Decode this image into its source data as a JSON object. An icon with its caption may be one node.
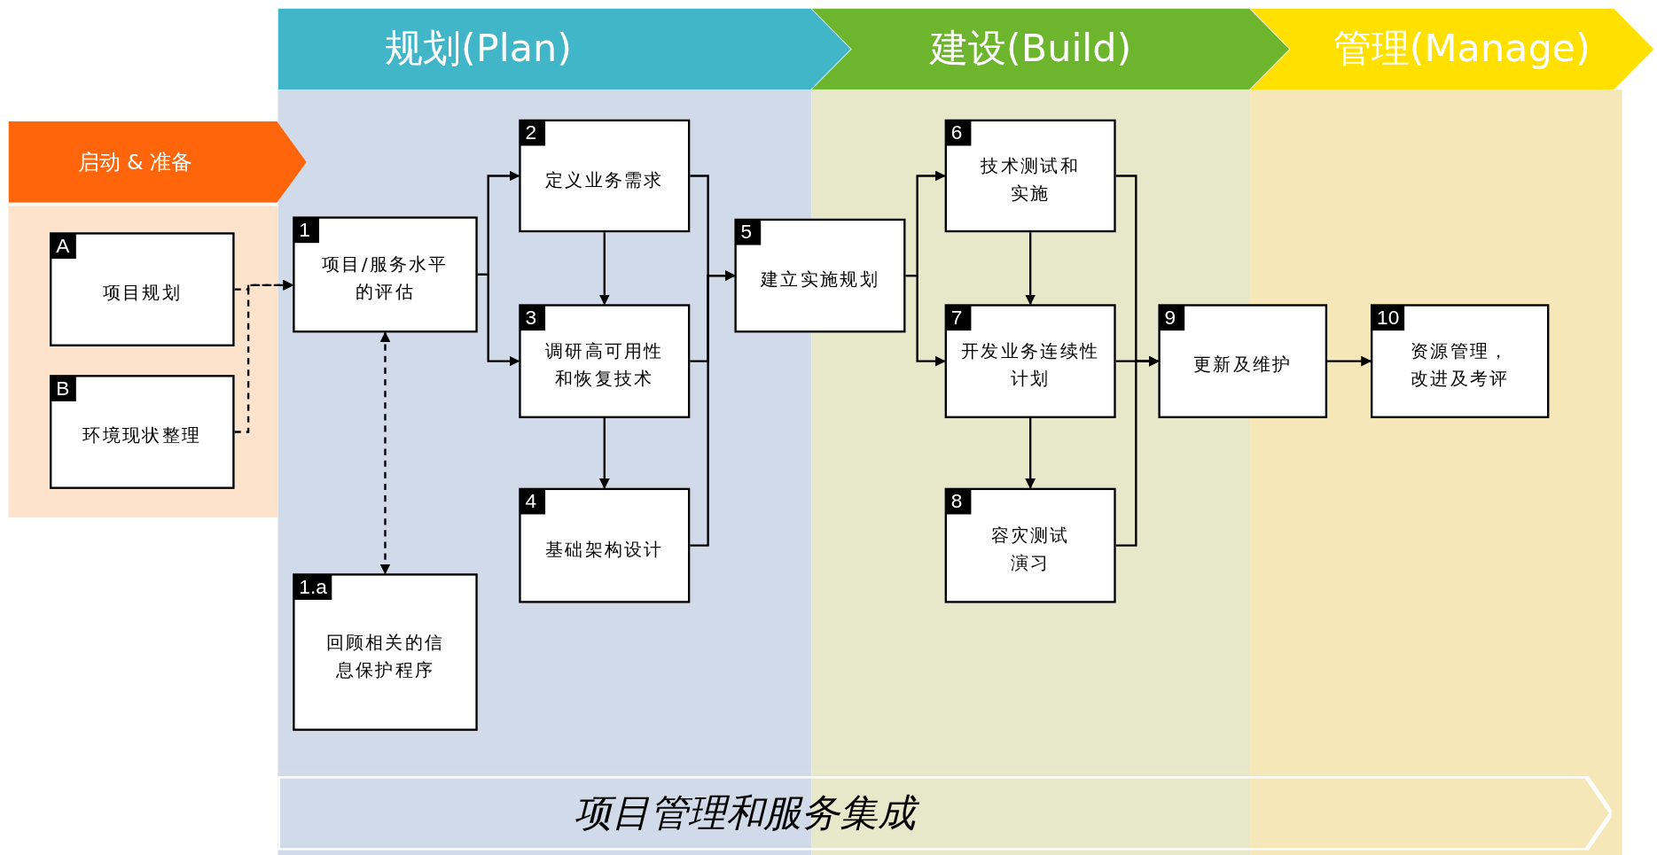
{
  "diagram": {
    "nodes": [
      {
        "text": [
          "规划(Plan)"
        ]
      },
      {
        "text": [
          "建设(Build)"
        ]
      },
      {
        "text": [
          "管理(Manage)"
        ]
      },
      {
        "text": [
          "启动 & 准备"
        ]
      },
      {
        "text": [
          "A",
          "项目规划"
        ]
      },
      {
        "text": [
          "B",
          "环境现状整理"
        ]
      },
      {
        "text": [
          "1",
          "项目/服务水平的评估"
        ]
      },
      {
        "text": [
          "2",
          "定义业务需求"
        ]
      },
      {
        "text": [
          "3",
          "调研高可用性和恢复技术"
        ]
      },
      {
        "text": [
          "4",
          "基础架构设计"
        ]
      },
      {
        "text": [
          "1.a",
          "回顾相关的信息保护程序"
        ]
      },
      {
        "text": [
          "5",
          "建立实施规划"
        ]
      },
      {
        "text": [
          "6",
          "技术测试和实施"
        ]
      },
      {
        "text": [
          "7",
          "开发业务连续性计划"
        ]
      },
      {
        "text": [
          "8",
          "容灾测试演习"
        ]
      },
      {
        "text": [
          "9",
          "更新及维护"
        ]
      },
      {
        "text": [
          "10",
          "资源管理，改进及考评"
        ]
      },
      {
        "text": [
          "项目管理和服务集成"
        ]
      }
    ],
    "edges": [
      {
        "from": 4,
        "to": 6,
        "arrow": "to",
        "style": "dashed"
      },
      {
        "from": 5,
        "to": 6,
        "arrow": "to",
        "style": "dashed"
      },
      {
        "from": 6,
        "to": 10,
        "arrow": "both",
        "style": "dashed"
      },
      {
        "from": 6,
        "to": 7,
        "arrow": "to"
      },
      {
        "from": 6,
        "to": 8,
        "arrow": "to"
      },
      {
        "from": 7,
        "to": 8,
        "arrow": "to"
      },
      {
        "from": 8,
        "to": 9,
        "arrow": "to"
      },
      {
        "from": 7,
        "to": 11,
        "arrow": "to"
      },
      {
        "from": 8,
        "to": 11,
        "arrow": "to"
      },
      {
        "from": 9,
        "to": 11,
        "arrow": "to"
      },
      {
        "from": 11,
        "to": 12,
        "arrow": "to"
      },
      {
        "from": 11,
        "to": 13,
        "arrow": "to"
      },
      {
        "from": 12,
        "to": 13,
        "arrow": "to"
      },
      {
        "from": 13,
        "to": 14,
        "arrow": "to"
      },
      {
        "from": 12,
        "to": 15,
        "arrow": "to"
      },
      {
        "from": 13,
        "to": 15,
        "arrow": "to"
      },
      {
        "from": 14,
        "to": 15,
        "arrow": "to"
      },
      {
        "from": 15,
        "to": 16,
        "arrow": "to"
      }
    ]
  }
}
